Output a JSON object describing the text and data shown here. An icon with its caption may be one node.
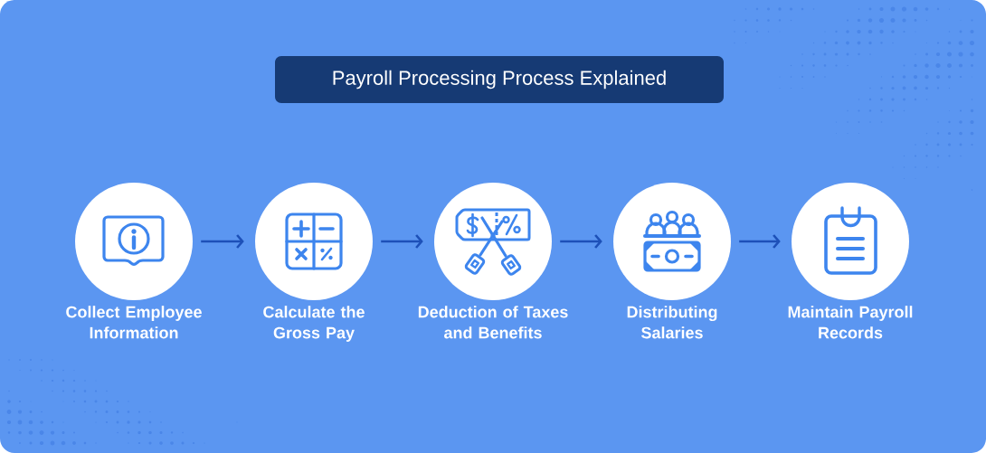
{
  "diagram": {
    "title": "Payroll Processing Process Explained",
    "nodes": [
      {
        "text": [
          "Collect Employee Information"
        ]
      },
      {
        "text": [
          "Calculate the Gross Pay"
        ]
      },
      {
        "text": [
          "Deduction of Taxes and Benefits"
        ]
      },
      {
        "text": [
          "Distributing Salaries"
        ]
      },
      {
        "text": [
          "Maintain Payroll Records"
        ]
      }
    ],
    "edges": [
      {
        "from": 0,
        "to": 1,
        "arrow": "to"
      },
      {
        "from": 1,
        "to": 2,
        "arrow": "to"
      },
      {
        "from": 2,
        "to": 3,
        "arrow": "to"
      },
      {
        "from": 3,
        "to": 4,
        "arrow": "to"
      }
    ]
  }
}
